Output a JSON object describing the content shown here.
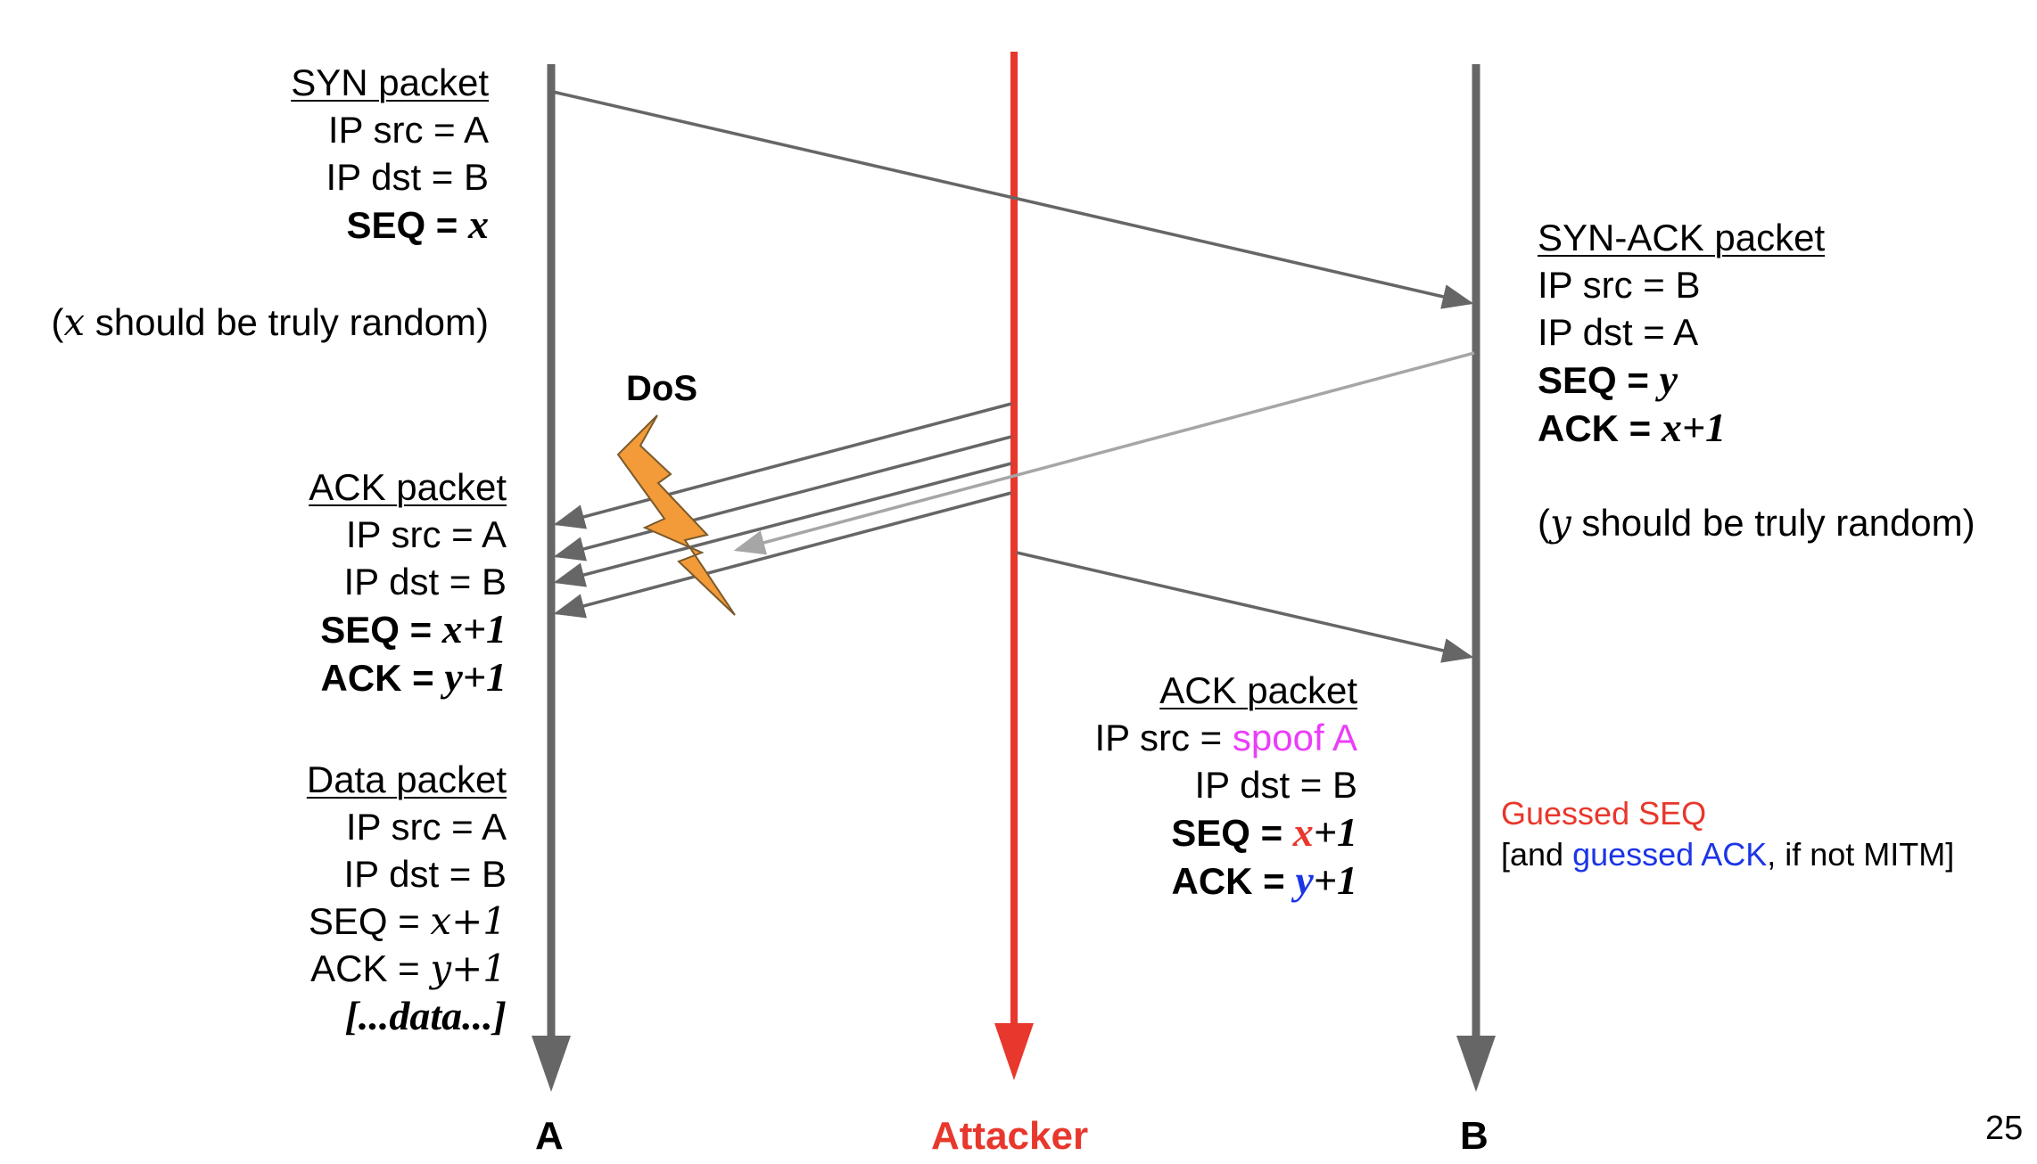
{
  "lanes": {
    "a_label": "A",
    "attacker_label": "Attacker",
    "b_label": "B"
  },
  "colors": {
    "lane": "#666666",
    "attacker": "#e8372c",
    "faint_arrow": "#a6a6a6",
    "bolt": "#f29b38",
    "spoof": "#ea3ef7",
    "guess_seq": "#e8372c",
    "guess_ack": "#1c35e6"
  },
  "icons": {
    "dos": "lightning-bolt-icon"
  },
  "syn": {
    "title": "SYN packet",
    "src": "IP src = A",
    "dst": "IP dst = B",
    "seq_label": "SEQ = ",
    "seq_val": "x",
    "note_open": "(",
    "note_var": "x",
    "note_rest": " should be truly random)"
  },
  "synack": {
    "title": "SYN-ACK packet",
    "src": "IP src = B",
    "dst": "IP dst = A",
    "seq_label": "SEQ = ",
    "seq_val": "y",
    "ack_label": "ACK = ",
    "ack_val": "x+1",
    "note_open": "(",
    "note_var": "y",
    "note_rest": " should be truly random)"
  },
  "dos_label": "DoS",
  "ack_a": {
    "title": "ACK packet",
    "src": "IP src = A",
    "dst": "IP dst = B",
    "seq_label": "SEQ = ",
    "seq_val": "x+1",
    "ack_label": "ACK = ",
    "ack_val": "y+1"
  },
  "data_pkt": {
    "title": "Data packet",
    "src": "IP src = A",
    "dst": "IP dst = B",
    "seq_label": "SEQ = ",
    "seq_val": "x+1",
    "ack_label": "ACK = ",
    "ack_val": "y+1",
    "payload": "[...data...]"
  },
  "ack_spoof": {
    "title": "ACK packet",
    "src_label": "IP src = ",
    "src_val": "spoof A",
    "dst": "IP dst = B",
    "seq_label": "SEQ = ",
    "seq_var": "x",
    "seq_rest": "+1",
    "ack_label": "ACK = ",
    "ack_var": "y",
    "ack_rest": "+1"
  },
  "guess_note": {
    "line1": "Guessed SEQ",
    "line2_a": "[and ",
    "line2_b": "guessed ACK",
    "line2_c": ", if not MITM]"
  },
  "page_number": "25"
}
